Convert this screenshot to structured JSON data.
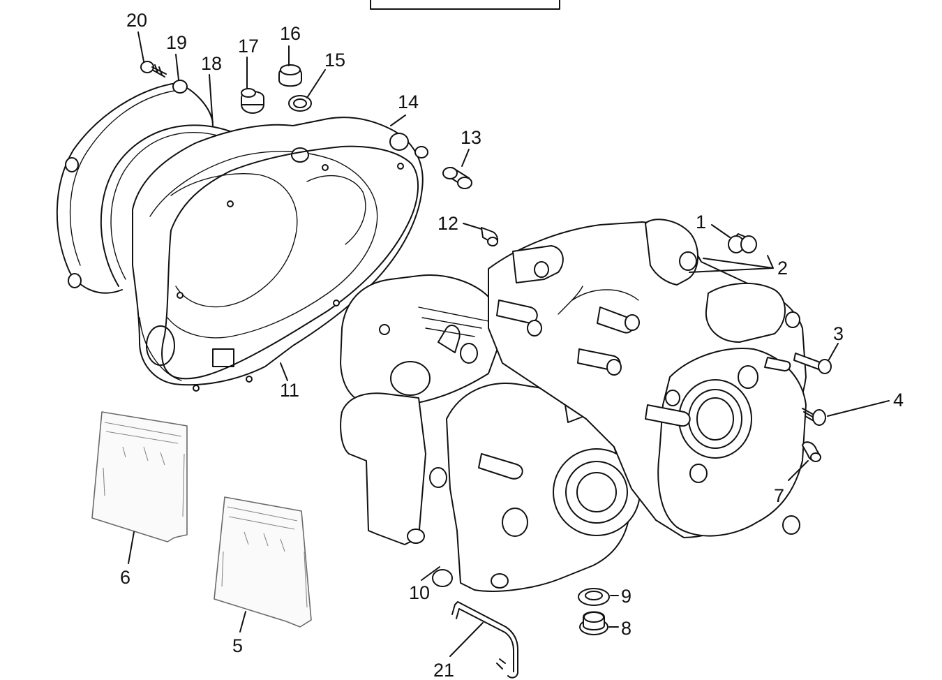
{
  "callouts": [
    "20",
    "19",
    "18",
    "17",
    "16",
    "15",
    "14",
    "13",
    "12",
    "1",
    "2",
    "3",
    "4",
    "7",
    "11",
    "6",
    "5",
    "10",
    "9",
    "8",
    "21"
  ],
  "colors": {
    "line": "#111111",
    "background": "#ffffff",
    "bag": "#6a6a6a"
  }
}
